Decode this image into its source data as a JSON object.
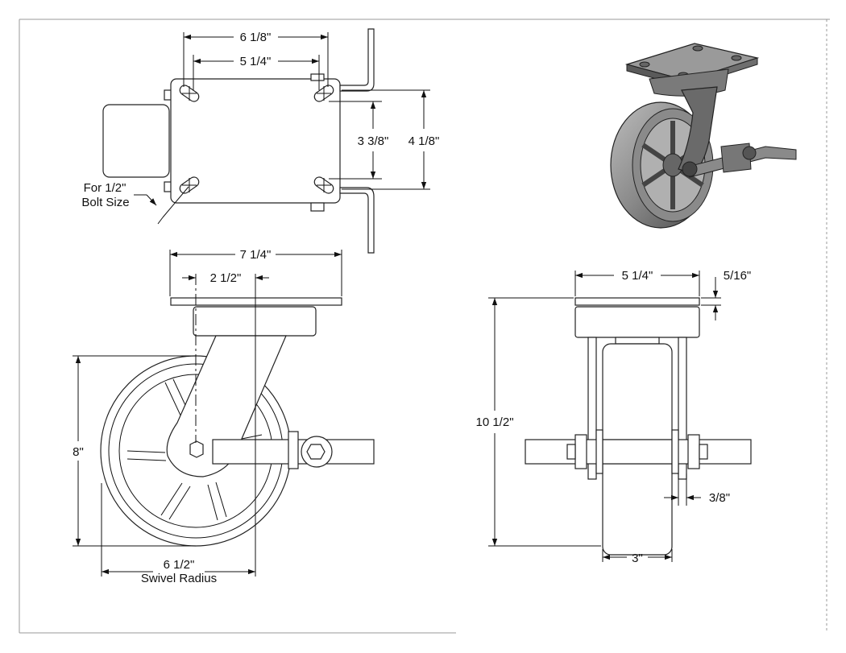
{
  "top_view": {
    "dim_plate_width": "6 1/8\"",
    "dim_bolt_spacing_x": "5 1/4\"",
    "dim_bolt_spacing_y": "3 3/8\"",
    "dim_plate_depth": "4 1/8\"",
    "bolt_note_line1": "For 1/2\"",
    "bolt_note_line2": "Bolt Size"
  },
  "side_view": {
    "dim_overall_length": "7 1/4\"",
    "dim_offset": "2 1/2\"",
    "dim_wheel_diameter": "8\"",
    "dim_swivel_radius": "6 1/2\"",
    "swivel_radius_label": "Swivel Radius"
  },
  "front_view": {
    "dim_plate_width": "5 1/4\"",
    "dim_plate_thickness": "5/16\"",
    "dim_overall_height": "10 1/2\"",
    "dim_leg_thickness": "3/8\"",
    "dim_wheel_width": "3\""
  }
}
